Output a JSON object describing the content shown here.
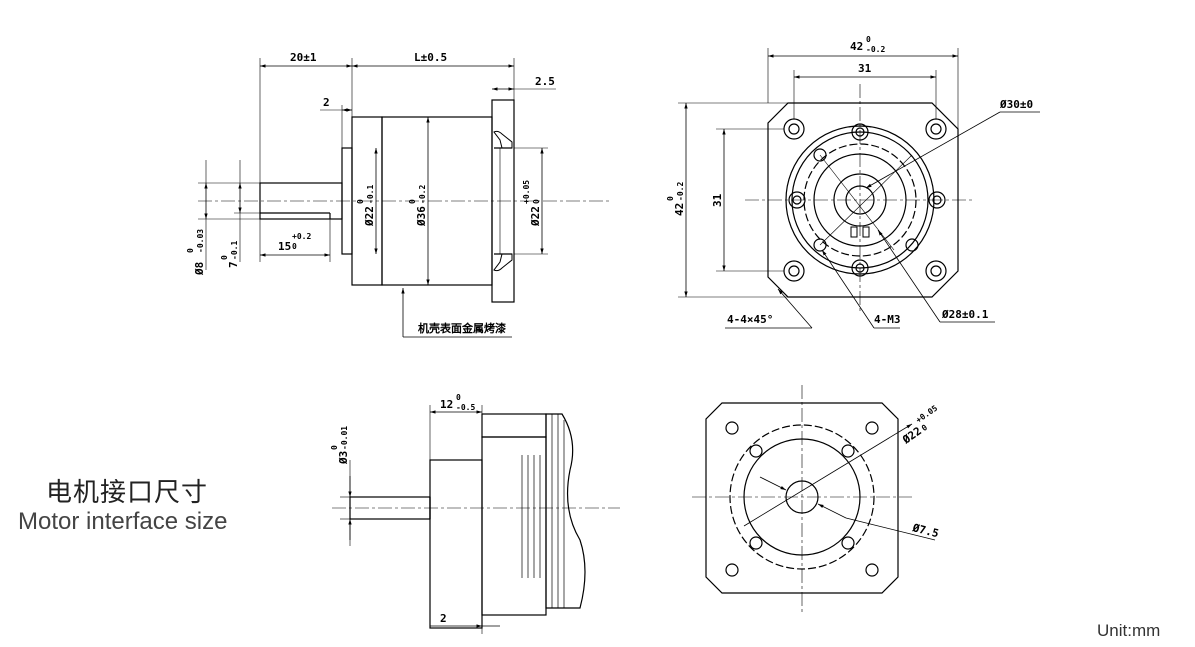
{
  "title_cn": "电机接口尺寸",
  "title_en": "Motor interface size",
  "unit": "Unit:mm",
  "side_view": {
    "shaft_len": "20±1",
    "body_len": "L±0.5",
    "flange": "2.5",
    "boss": "2",
    "flat": "15",
    "flat_tol": "+0.2",
    "flat_tol0": "0",
    "shaft_dia": "Ø8",
    "shaft_dia_tol": "-0.03",
    "shaft_dia_tol0": "0",
    "flat_dia": "7",
    "flat_dia_tol": "-0.1",
    "flat_dia_tol0": "0",
    "boss_dia": "Ø22",
    "boss_dia_tol": "-0.1",
    "boss_dia_tol0": "0",
    "body_dia": "Ø36",
    "body_dia_tol": "-0.2",
    "body_dia_tol0": "0",
    "output_dia": "Ø22",
    "output_dia_tol": "+0.05",
    "output_dia_tol0": "0",
    "note": "机壳表面金属烤漆"
  },
  "front_view": {
    "width": "42",
    "width_tol": "-0.2",
    "width_tol0": "0",
    "hole_span": "31",
    "height": "42",
    "height_tol": "-0.2",
    "height_tol0": "0",
    "hole_span_v": "31",
    "chamfer": "4-4×45°",
    "threads": "4-M3",
    "pcd": "Ø28±0.1",
    "pcd_outer": "Ø30±0"
  },
  "motor_side": {
    "shaft_len": "12",
    "shaft_len_tol": "-0.5",
    "shaft_len_tol0": "0",
    "shaft_dia": "Ø3",
    "shaft_dia_tol": "-0.01",
    "shaft_dia_tol0": "0",
    "flange": "2"
  },
  "motor_front": {
    "boss_dia": "Ø22",
    "boss_dia_tol": "+0.05",
    "boss_dia_tol0": "0",
    "shaft_dia": "Ø7.5"
  }
}
